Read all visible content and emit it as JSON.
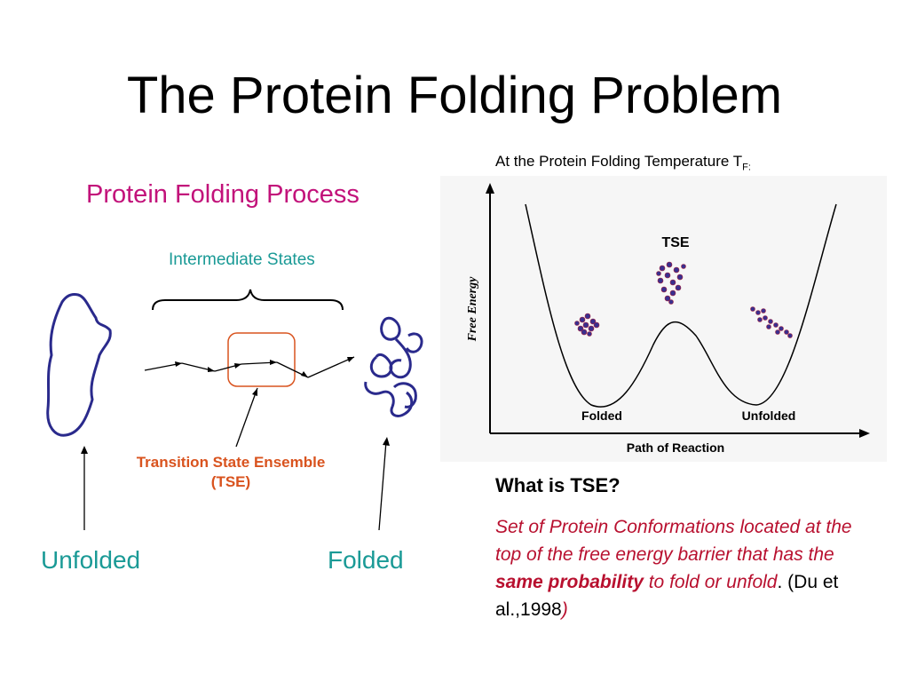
{
  "slide": {
    "title": "The Protein Folding Problem"
  },
  "left_panel": {
    "heading": "Protein Folding Process",
    "intermediate_label": "Intermediate States",
    "tse_label_line1": "Transition State Ensemble",
    "tse_label_line2": "(TSE)",
    "unfolded_label": "Unfolded",
    "folded_label": "Folded"
  },
  "right_panel": {
    "caption_main": "At the Protein Folding Temperature T",
    "caption_sub": "F:",
    "plot": {
      "y_label": "Free Energy",
      "x_label": "Path of Reaction",
      "peak_label": "TSE",
      "left_well_label": "Folded",
      "right_well_label": "Unfolded"
    },
    "question": "What is TSE?",
    "definition": {
      "part1": "Set of Protein Conformations located at the top of the free energy barrier that has the ",
      "bold": "same probability",
      "part2": " to fold or unfold",
      "part3": ". (",
      "citation": "Du et al.,1998",
      "part4": ")"
    }
  },
  "colors": {
    "title_magenta": "#c2127a",
    "teal": "#1a9a96",
    "tse_orange": "#d9531e",
    "definition_red": "#b8102f",
    "chain_blue": "#2a2a8c"
  }
}
